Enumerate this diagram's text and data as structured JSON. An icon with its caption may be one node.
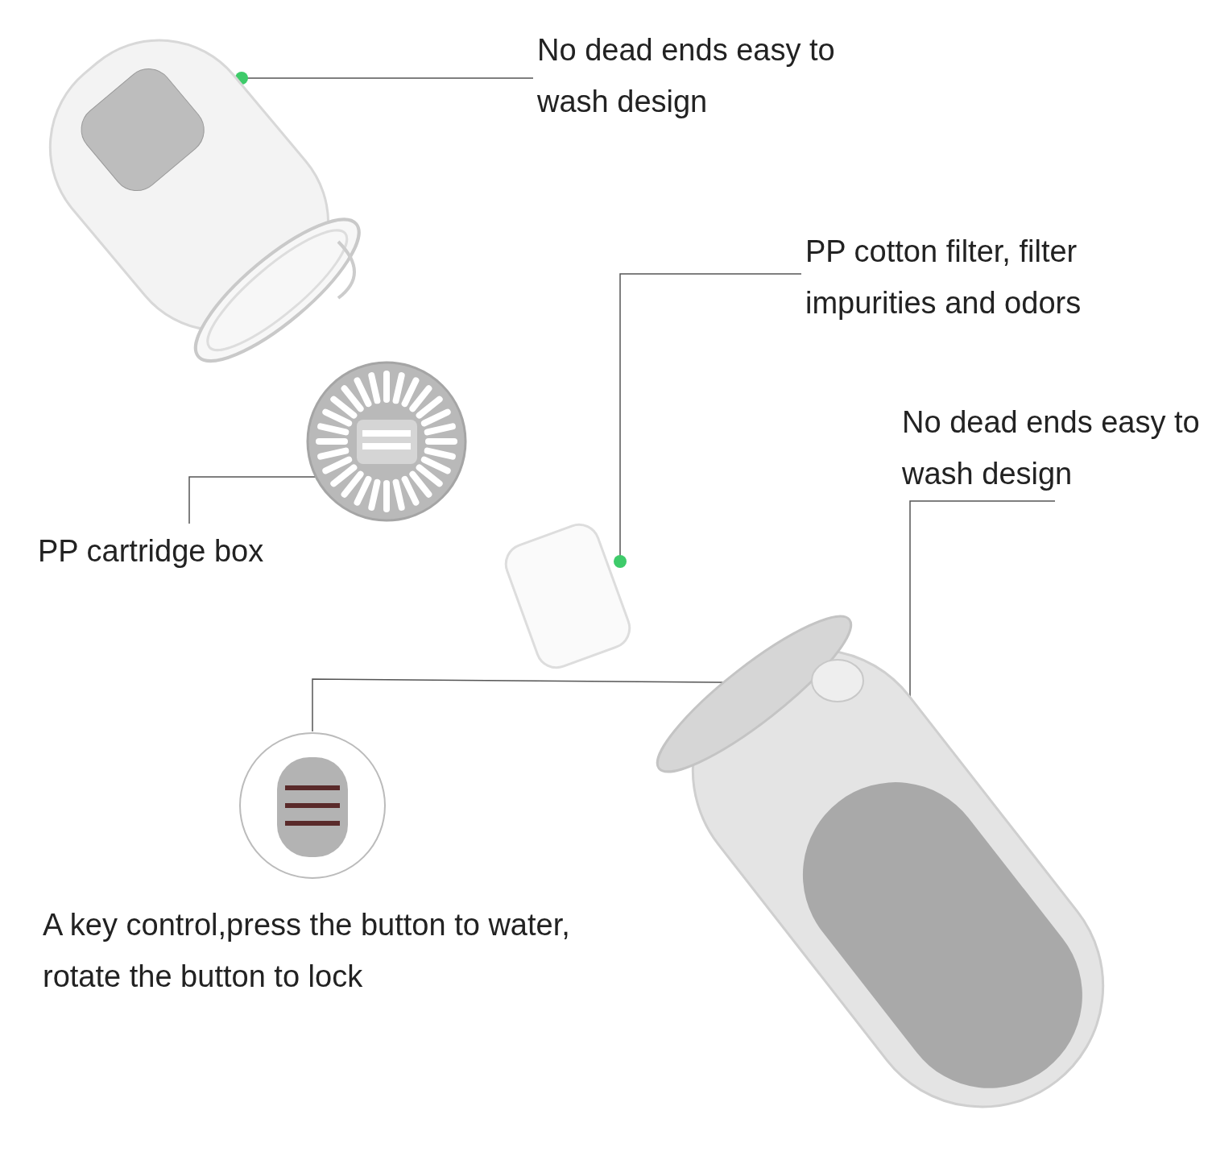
{
  "diagram": {
    "nodes": [
      {
        "text": [
          "No dead ends easy to wash design"
        ]
      },
      {
        "text": [],
        "shape": "picture"
      },
      {
        "text": [
          "PP cotton filter, filter impurities and odors"
        ]
      },
      {
        "text": [
          "No dead ends easy to wash design"
        ]
      },
      {
        "text": [],
        "shape": "picture"
      },
      {
        "text": [
          "PP cartridge box"
        ]
      },
      {
        "text": [],
        "shape": "cylinder"
      },
      {
        "text": [],
        "shape": "picture"
      },
      {
        "text": [],
        "shape": "circle",
        "in": 7
      },
      {
        "text": [],
        "shape": "circle",
        "beside": [
          "A key control,press the button to water, rotate the button to lock"
        ]
      }
    ],
    "edges": [
      {
        "from": 0,
        "to": 1,
        "arrow": "other"
      },
      {
        "from": 2,
        "to": 6,
        "arrow": "other"
      },
      {
        "from": 3,
        "to": 7,
        "arrow": "other"
      },
      {
        "from": 5,
        "to": 4,
        "arrow": "other"
      },
      {
        "from": 9,
        "to": 8,
        "arrow": "other"
      }
    ]
  }
}
